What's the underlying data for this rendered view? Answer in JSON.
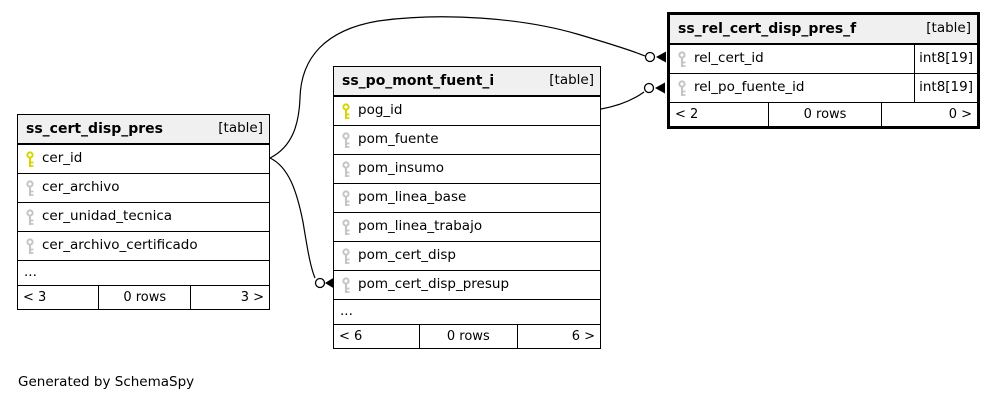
{
  "colors": {
    "pk_key": "#d8d400",
    "fk_key": "#c4c4c4",
    "header_bg": "#f0f0f0"
  },
  "credit": "Generated by SchemaSpy",
  "tables": [
    {
      "name": "ss_cert_disp_pres",
      "badge": "[table]",
      "columns": [
        {
          "name": "cer_id",
          "key": "pk"
        },
        {
          "name": "cer_archivo",
          "key": "fk"
        },
        {
          "name": "cer_unidad_tecnica",
          "key": "fk"
        },
        {
          "name": "cer_archivo_certificado",
          "key": "fk"
        }
      ],
      "ellipsis": "...",
      "footer": {
        "prev": "< 3",
        "rows": "0 rows",
        "next": "3 >"
      }
    },
    {
      "name": "ss_po_mont_fuent_i",
      "badge": "[table]",
      "columns": [
        {
          "name": "pog_id",
          "key": "pk"
        },
        {
          "name": "pom_fuente",
          "key": "fk"
        },
        {
          "name": "pom_insumo",
          "key": "fk"
        },
        {
          "name": "pom_linea_base",
          "key": "fk"
        },
        {
          "name": "pom_linea_trabajo",
          "key": "fk"
        },
        {
          "name": "pom_cert_disp",
          "key": "fk"
        },
        {
          "name": "pom_cert_disp_presup",
          "key": "fk"
        }
      ],
      "ellipsis": "...",
      "footer": {
        "prev": "< 6",
        "rows": "0 rows",
        "next": "6 >"
      }
    },
    {
      "name": "ss_rel_cert_disp_pres_f",
      "badge": "[table]",
      "columns": [
        {
          "name": "rel_cert_id",
          "key": "fk",
          "type": "int8[19]"
        },
        {
          "name": "rel_po_fuente_id",
          "key": "fk",
          "type": "int8[19]"
        }
      ],
      "footer": {
        "prev": "< 2",
        "rows": "0 rows",
        "next": "0 >"
      }
    }
  ],
  "relationships": [
    {
      "from": "ss_cert_disp_pres.cer_id",
      "to": "ss_rel_cert_disp_pres_f.rel_cert_id"
    },
    {
      "from": "ss_cert_disp_pres.cer_id",
      "to": "ss_po_mont_fuent_i.pom_cert_disp_presup"
    },
    {
      "from": "ss_po_mont_fuent_i.pog_id",
      "to": "ss_rel_cert_disp_pres_f.rel_po_fuente_id"
    }
  ]
}
